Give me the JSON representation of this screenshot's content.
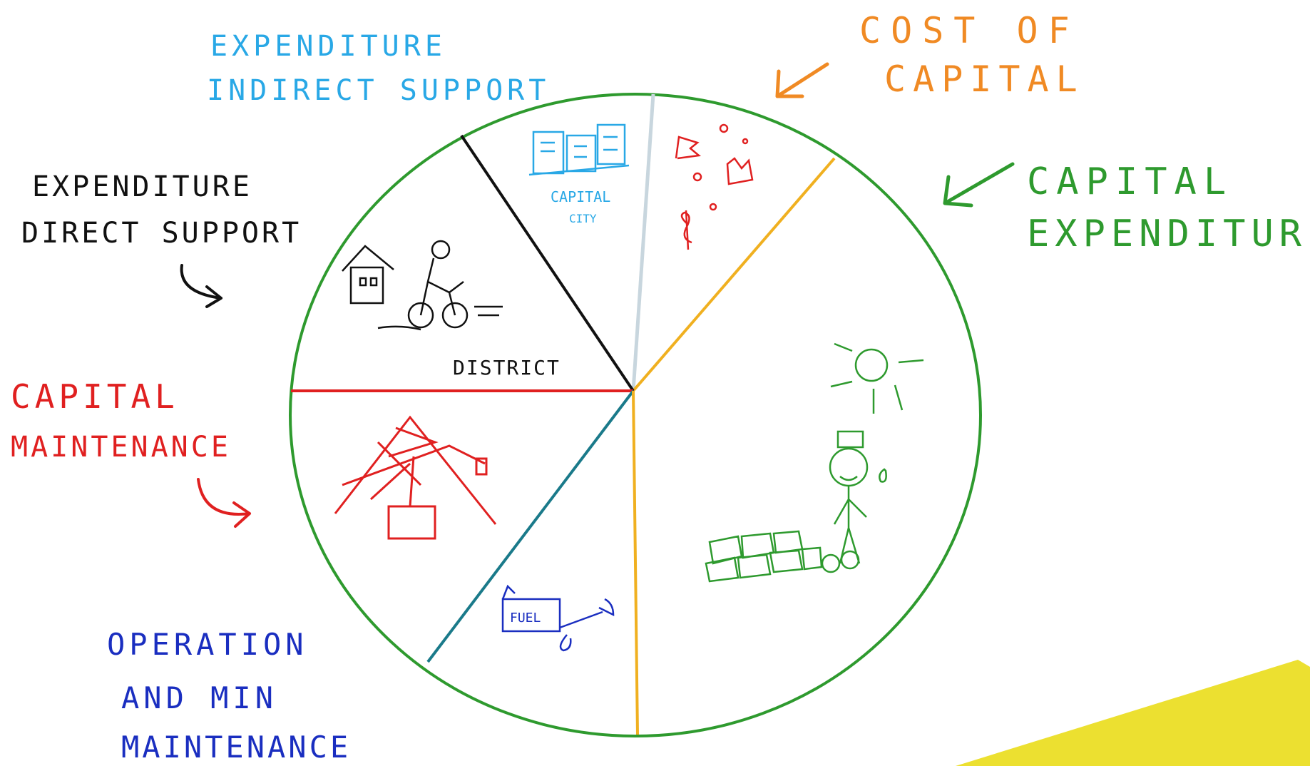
{
  "labels": {
    "expenditure_indirect_support": {
      "line1": "EXPENDITURE",
      "line2": "INDIRECT SUPPORT",
      "color": "#29a8e6"
    },
    "cost_of_capital": {
      "line1": "COST OF",
      "line2": "CAPITAL",
      "color": "#f08a24"
    },
    "expenditure_direct_support": {
      "line1": "EXPENDITURE",
      "line2": "DIRECT SUPPORT",
      "color": "#111111"
    },
    "capital_expenditure": {
      "line1": "CAPITAL",
      "line2": "EXPENDITURE",
      "color": "#2e9a2e"
    },
    "capital_maintenance": {
      "line1": "CAPITAL",
      "line2": "MAINTENANCE",
      "color": "#e02020"
    },
    "operation_minor_maintenance": {
      "line1": "OPERATION",
      "line2": "AND MIN",
      "line3": "MAINTENANCE",
      "color": "#1a2ec0"
    }
  },
  "sketch_text": {
    "capital_city": "CAPITAL",
    "city": "CITY",
    "district": "DISTRICT",
    "fuel": "FUEL"
  },
  "colors": {
    "circle": "#2e9a2e",
    "line_indirect": "#c8d6de",
    "line_cost": "#f0b020",
    "line_direct": "#111111",
    "line_capmaint": "#e02020",
    "line_opmaint": "#1a7a8a",
    "highlight": "#ece030"
  }
}
